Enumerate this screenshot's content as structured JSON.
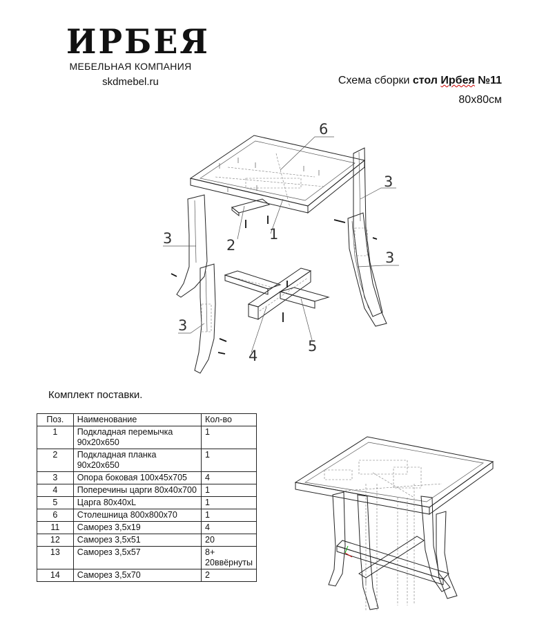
{
  "header": {
    "brand": "ИРБЕЯ",
    "company": "МЕБЕЛЬНАЯ КОМПАНИЯ",
    "website": "skdmebel.ru",
    "title_prefix": "Схема сборки ",
    "title_bold": "стол ",
    "title_underlined": "Ирбея",
    "title_suffix": " №11",
    "size": "80х80см"
  },
  "drawing": {
    "callouts": [
      "6",
      "3",
      "3",
      "3",
      "3",
      "2",
      "1",
      "4",
      "5"
    ]
  },
  "kit": {
    "title": "Комплект поставки.",
    "columns": [
      "Поз.",
      "Наименование",
      "Кол-во"
    ],
    "rows": [
      {
        "pos": "1",
        "name": "Подкладная перемычка 90х20х650",
        "qty": "1"
      },
      {
        "pos": "2",
        "name": "Подкладная планка 90х20х650",
        "qty": "1"
      },
      {
        "pos": "3",
        "name": "Опора боковая 100х45х705",
        "qty": "4"
      },
      {
        "pos": "4",
        "name": "Поперечины царги 80х40х700",
        "qty": "1"
      },
      {
        "pos": "5",
        "name": "Царга 80х40хL",
        "qty": "1"
      },
      {
        "pos": "6",
        "name": "Столешница 800х800х70",
        "qty": "1"
      },
      {
        "pos": "11",
        "name": "Саморез 3,5х19",
        "qty": "4"
      },
      {
        "pos": "12",
        "name": "Саморез 3,5х51",
        "qty": "20"
      },
      {
        "pos": "13",
        "name": "Саморез 3,5х57",
        "qty": "8+ 20ввёрнуты"
      },
      {
        "pos": "14",
        "name": "Саморез 3,5х70",
        "qty": "2"
      }
    ]
  }
}
